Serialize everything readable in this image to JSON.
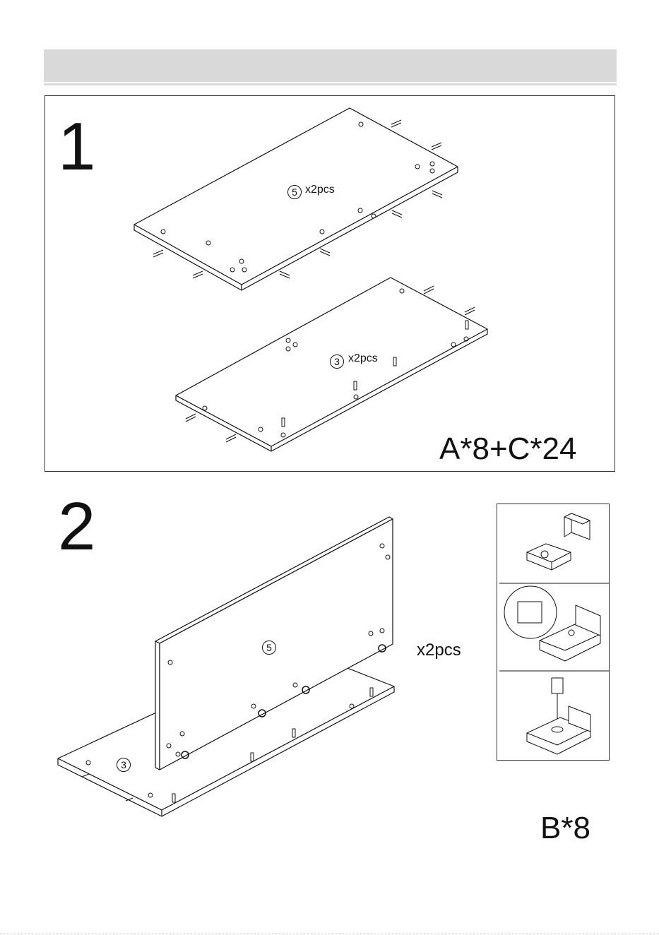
{
  "step1": {
    "number": "1",
    "panel_top": {
      "part": "5",
      "qty": "x2pcs"
    },
    "panel_bottom": {
      "part": "3",
      "qty": "x2pcs"
    },
    "hardware": "A*8+C*24"
  },
  "step2": {
    "number": "2",
    "panel_upright": {
      "part": "5"
    },
    "panel_base": {
      "part": "3"
    },
    "qty": "x2pcs",
    "hardware": "B*8"
  }
}
